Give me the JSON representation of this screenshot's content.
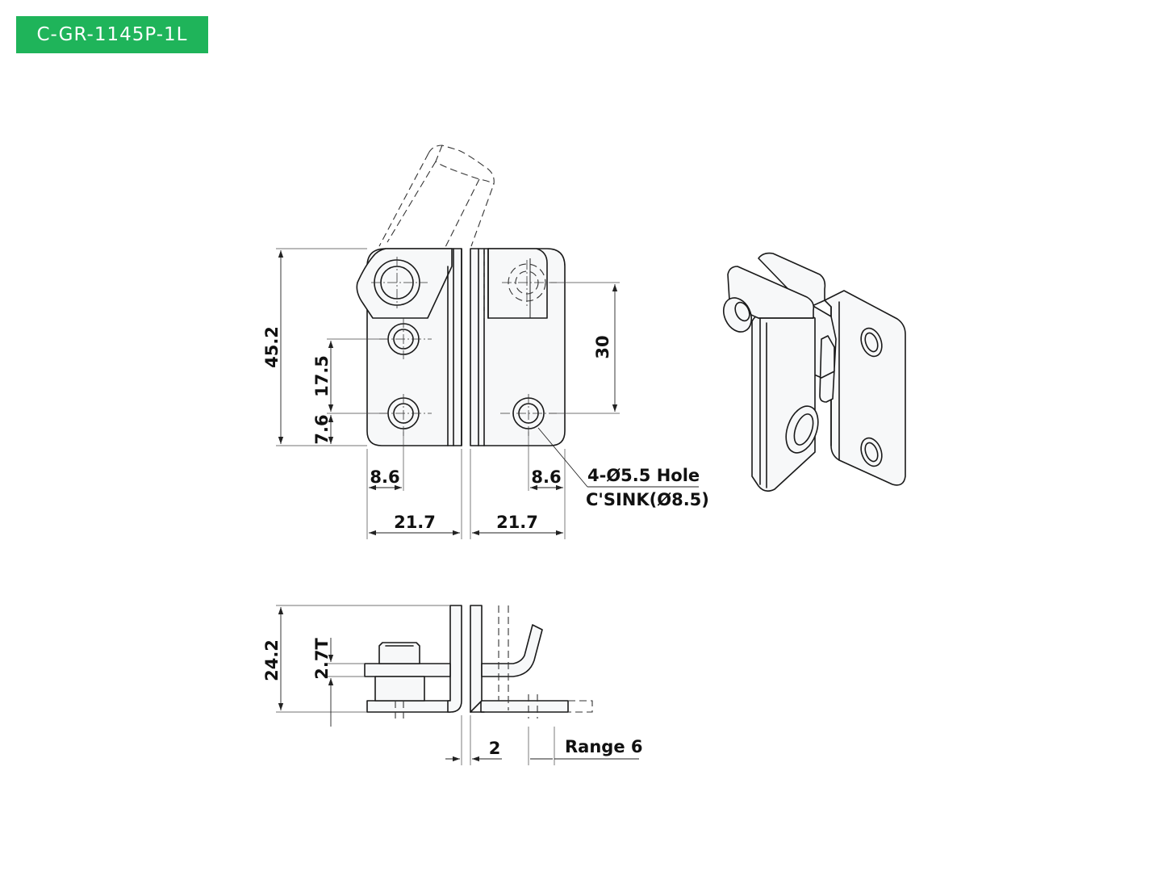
{
  "header": {
    "model_code": "C-GR-1145P-1L"
  },
  "dimensions": {
    "total_height": "45.2",
    "hole_pitch_left": "17.5",
    "hole_offset_bottom": "7.6",
    "hole_offset_left": "8.6",
    "hole_offset_right": "8.6",
    "plate_width_left": "21.7",
    "plate_width_right": "21.7",
    "hole_pitch_right": "30",
    "side_height": "24.2",
    "thickness": "2.7T",
    "gap": "2",
    "range": "Range 6"
  },
  "notes": {
    "hole_spec": "4-Ø5.5 Hole",
    "countersink_spec": "C'SINK(Ø8.5)"
  }
}
